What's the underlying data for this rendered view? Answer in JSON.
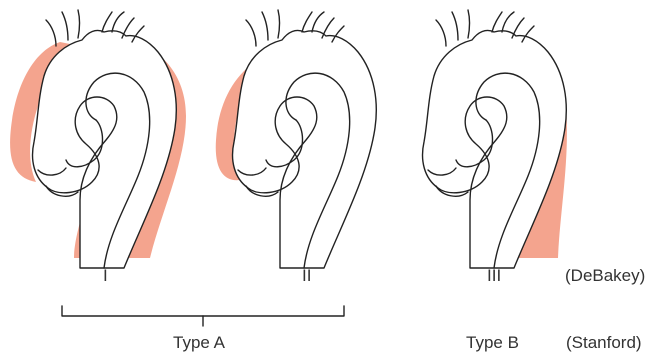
{
  "colors": {
    "dissection": "#F4A48E",
    "outline": "#222222",
    "text": "#333333"
  },
  "labels": {
    "type_i": "I",
    "type_ii": "II",
    "type_iii": "III",
    "debakey": "(DeBakey)",
    "type_a": "Type A",
    "type_b": "Type B",
    "stanford": "(Stanford)"
  }
}
